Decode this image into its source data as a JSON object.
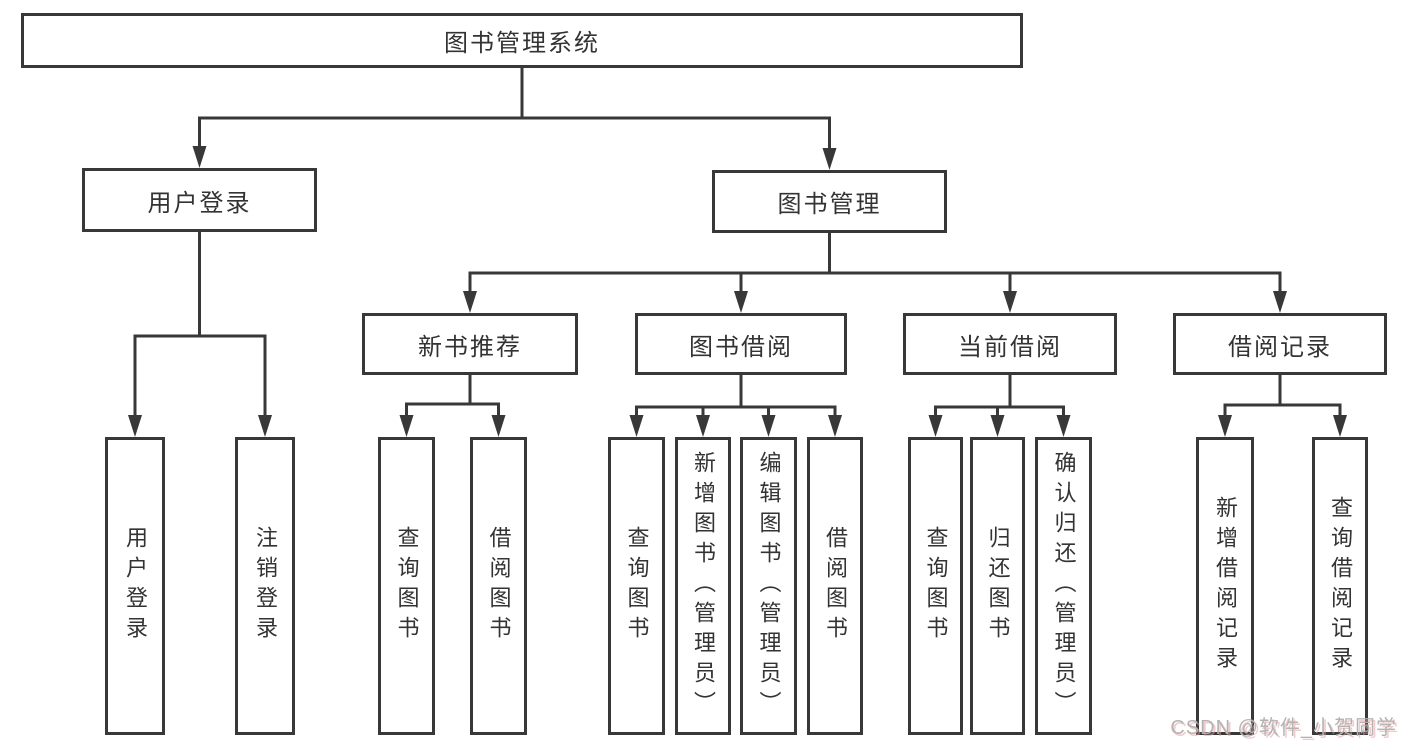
{
  "diagram": {
    "title": "图书管理系统",
    "nodes": [
      {
        "id": "root",
        "label": "图书管理系统",
        "shape": "horizontal"
      },
      {
        "id": "user-login",
        "label": "用户登录",
        "shape": "horizontal"
      },
      {
        "id": "book-mgmt",
        "label": "图书管理",
        "shape": "horizontal"
      },
      {
        "id": "new-book",
        "label": "新书推荐",
        "shape": "horizontal"
      },
      {
        "id": "book-borrow",
        "label": "图书借阅",
        "shape": "horizontal"
      },
      {
        "id": "current-borrow",
        "label": "当前借阅",
        "shape": "horizontal"
      },
      {
        "id": "borrow-record",
        "label": "借阅记录",
        "shape": "horizontal"
      },
      {
        "id": "leaf-user-login",
        "label": "用户登录",
        "shape": "vertical"
      },
      {
        "id": "leaf-logout",
        "label": "注销登录",
        "shape": "vertical"
      },
      {
        "id": "leaf-nb-query",
        "label": "查询图书",
        "shape": "vertical"
      },
      {
        "id": "leaf-nb-borrow",
        "label": "借阅图书",
        "shape": "vertical"
      },
      {
        "id": "leaf-bb-query",
        "label": "查询图书",
        "shape": "vertical"
      },
      {
        "id": "leaf-bb-add",
        "label": "新增图书（管理员）",
        "shape": "vertical"
      },
      {
        "id": "leaf-bb-edit",
        "label": "编辑图书（管理员）",
        "shape": "vertical"
      },
      {
        "id": "leaf-bb-borrow",
        "label": "借阅图书",
        "shape": "vertical"
      },
      {
        "id": "leaf-cb-query",
        "label": "查询图书",
        "shape": "vertical"
      },
      {
        "id": "leaf-cb-return",
        "label": "归还图书",
        "shape": "vertical"
      },
      {
        "id": "leaf-cb-confirm",
        "label": "确认归还（管理员）",
        "shape": "vertical"
      },
      {
        "id": "leaf-br-add",
        "label": "新增借阅记录",
        "shape": "vertical"
      },
      {
        "id": "leaf-br-query",
        "label": "查询借阅记录",
        "shape": "vertical"
      }
    ],
    "edges": [
      {
        "from": "root",
        "to": [
          "user-login",
          "book-mgmt"
        ]
      },
      {
        "from": "user-login",
        "to": [
          "leaf-user-login",
          "leaf-logout"
        ]
      },
      {
        "from": "book-mgmt",
        "to": [
          "new-book",
          "book-borrow",
          "current-borrow",
          "borrow-record"
        ]
      },
      {
        "from": "new-book",
        "to": [
          "leaf-nb-query",
          "leaf-nb-borrow"
        ]
      },
      {
        "from": "book-borrow",
        "to": [
          "leaf-bb-query",
          "leaf-bb-add",
          "leaf-bb-edit",
          "leaf-bb-borrow"
        ]
      },
      {
        "from": "current-borrow",
        "to": [
          "leaf-cb-query",
          "leaf-cb-return",
          "leaf-cb-confirm"
        ]
      },
      {
        "from": "borrow-record",
        "to": [
          "leaf-br-add",
          "leaf-br-query"
        ]
      }
    ]
  },
  "watermark": {
    "text": "CSDN @软件_小贺同学"
  },
  "colors": {
    "line": "#383838",
    "box_border": "#383838",
    "box_fill": "#ffffff",
    "text": "#333333",
    "watermark": "#b3b3b3"
  }
}
